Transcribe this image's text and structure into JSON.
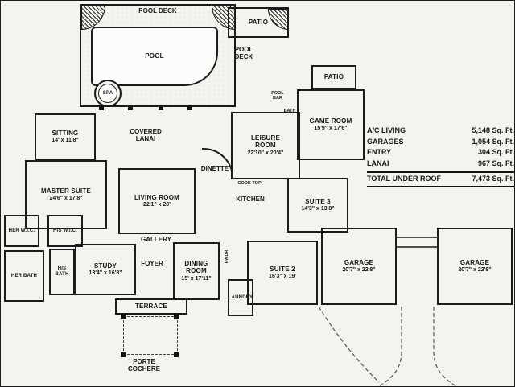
{
  "canvas": {
    "background": "#f3f3ef",
    "line_color": "#1b1b1b"
  },
  "rooms": {
    "pool_deck": {
      "label": "POOL DECK"
    },
    "patio_top": {
      "label": "PATIO"
    },
    "pool": {
      "label": "POOL"
    },
    "spa": {
      "label": "SPA"
    },
    "pool_deck_side": {
      "label": "POOL DECK"
    },
    "patio_right": {
      "label": "PATIO"
    },
    "pool_bar": {
      "label": "POOL BAR"
    },
    "pool_bath": {
      "label": "BATH"
    },
    "game_room": {
      "label": "GAME ROOM",
      "dims": "15'9\" x 17'6\""
    },
    "sitting": {
      "label": "SITTING",
      "dims": "14' x 11'8\""
    },
    "covered_lanai": {
      "label": "COVERED LANAI"
    },
    "leisure_room": {
      "label": "LEISURE ROOM",
      "dims": "22'10\" x 20'4\""
    },
    "master_suite": {
      "label": "MASTER SUITE",
      "dims": "24'6\" x 17'8\""
    },
    "living_room": {
      "label": "LIVING ROOM",
      "dims": "22'1\" x 20'"
    },
    "dinette": {
      "label": "DINETTE"
    },
    "kitchen": {
      "label": "KITCHEN"
    },
    "cook_top": {
      "label": "COOK TOP"
    },
    "suite_3": {
      "label": "SUITE 3",
      "dims": "14'3\" x 13'8\""
    },
    "her_wic": {
      "label": "HER W.I.C."
    },
    "his_wic": {
      "label": "HIS W.I.C."
    },
    "her_bath": {
      "label": "HER BATH"
    },
    "his_bath": {
      "label": "HIS BATH"
    },
    "gallery": {
      "label": "GALLERY"
    },
    "study": {
      "label": "STUDY",
      "dims": "13'4\" x 16'8\""
    },
    "foyer": {
      "label": "FOYER"
    },
    "dining_room": {
      "label": "DINING ROOM",
      "dims": "15' x 17'11\""
    },
    "pwdr": {
      "label": "PWDR"
    },
    "suite_2": {
      "label": "SUITE 2",
      "dims": "16'3\" x 19'"
    },
    "laundry": {
      "label": "LAUNDRY"
    },
    "garage_1": {
      "label": "GARAGE",
      "dims": "20'7\" x 22'8\""
    },
    "garage_2": {
      "label": "GARAGE",
      "dims": "20'7\" x 22'8\""
    },
    "terrace": {
      "label": "TERRACE"
    },
    "porte_cochere": {
      "label": "PORTE COCHERE"
    }
  },
  "area_table": {
    "rows": [
      {
        "label": "A/C LIVING",
        "value": "5,148 Sq. Ft."
      },
      {
        "label": "GARAGES",
        "value": "1,054 Sq. Ft."
      },
      {
        "label": "ENTRY",
        "value": "304 Sq. Ft."
      },
      {
        "label": "LANAI",
        "value": "967 Sq. Ft."
      }
    ],
    "total_label": "TOTAL UNDER ROOF",
    "total_value": "7,473 Sq. Ft."
  }
}
